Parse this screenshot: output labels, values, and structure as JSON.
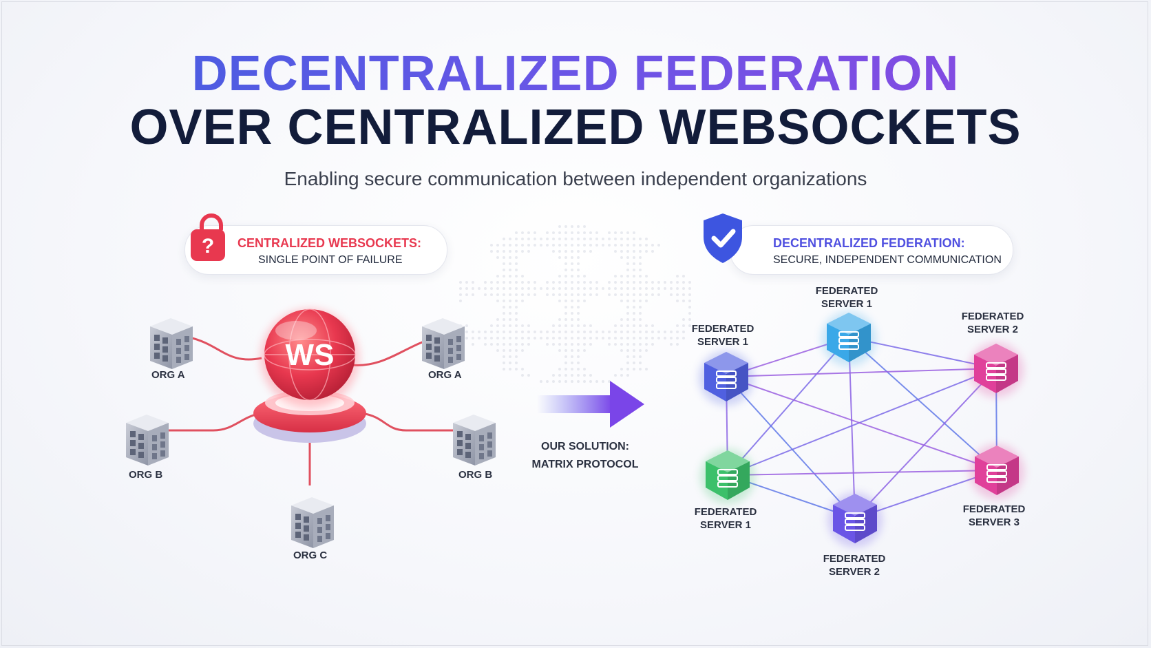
{
  "title": {
    "line1": "DECENTRALIZED FEDERATION",
    "line2": "OVER CENTRALIZED WEBSOCKETS",
    "subtitle": "Enabling secure communication between independent organizations"
  },
  "left_panel": {
    "heading": "CENTRALIZED WEBSOCKETS:",
    "subheading": "SINGLE POINT OF FAILURE",
    "icon": "lock-question-icon",
    "hub_label": "WS",
    "orgs": [
      "ORG A",
      "ORG A",
      "ORG B",
      "ORG B",
      "ORG C"
    ],
    "accent": "#e8384f"
  },
  "arrow": {
    "line1": "OUR SOLUTION:",
    "line2": "MATRIX PROTOCOL"
  },
  "right_panel": {
    "heading": "DECENTRALIZED FEDERATION:",
    "subheading": "SECURE, INDEPENDENT COMMUNICATION",
    "icon": "shield-check-icon",
    "accent": "#4f4fe0",
    "servers": [
      {
        "label": "FEDERATED\nSERVER 1",
        "color": "#3aa8e8"
      },
      {
        "label": "FEDERATED\nSERVER 2",
        "color": "#e0409a"
      },
      {
        "label": "FEDERATED\nSERVER 1",
        "color": "#5060e0"
      },
      {
        "label": "FEDERATED\nSERVER 3",
        "color": "#e0409a"
      },
      {
        "label": "FEDERATED\nSERVER 2",
        "color": "#6a55e6"
      },
      {
        "label": "FEDERATED\nSERVER 1",
        "color": "#3cc06a"
      }
    ]
  }
}
